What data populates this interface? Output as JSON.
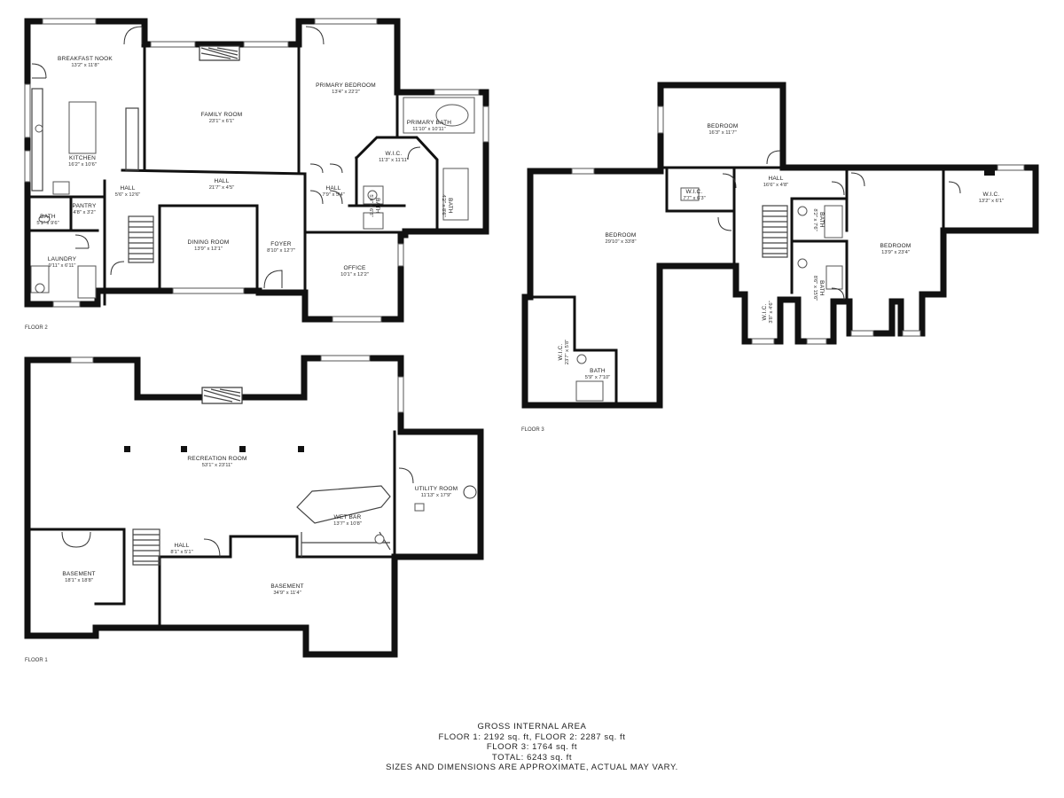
{
  "floors": {
    "floor1": "FLOOR 1",
    "floor2": "FLOOR 2",
    "floor3": "FLOOR 3"
  },
  "rooms": {
    "breakfast_nook": {
      "name": "BREAKFAST NOOK",
      "dim": "13'2\" x 11'8\""
    },
    "kitchen": {
      "name": "KITCHEN",
      "dim": "16'2\" x 10'6\""
    },
    "family_room": {
      "name": "FAMILY ROOM",
      "dim": "23'1\" x 6'1\""
    },
    "primary_bedroom": {
      "name": "PRIMARY BEDROOM",
      "dim": "13'4\" x 22'2\""
    },
    "primary_bath": {
      "name": "PRIMARY BATH",
      "dim": "11'10\" x 10'11\""
    },
    "wic_main": {
      "name": "W.I.C.",
      "dim": "11'3\" x 11'11\""
    },
    "hall_main": {
      "name": "HALL",
      "dim": "21'7\" x 4'5\""
    },
    "hall_small": {
      "name": "HALL",
      "dim": "5'6\" x 12'6\""
    },
    "hall_right": {
      "name": "HALL",
      "dim": "7'9\" x 5'4\""
    },
    "pantry": {
      "name": "PANTRY",
      "dim": "4'8\" x 3'2\""
    },
    "bath_f2": {
      "name": "BATH",
      "dim": "5'1\" x 9'6\""
    },
    "laundry": {
      "name": "LAUNDRY",
      "dim": "9'11\" x 6'11\""
    },
    "dining_room": {
      "name": "DINING ROOM",
      "dim": "13'9\" x 12'1\""
    },
    "foyer": {
      "name": "FOYER",
      "dim": "8'10\" x 12'7\""
    },
    "office": {
      "name": "OFFICE",
      "dim": "10'1\" x 12'2\""
    },
    "bath_f2_v": {
      "name": "BATH",
      "dim": "4'2\" x 8'6\""
    },
    "bath_f2_small": {
      "name": "BATH",
      "dim": "5'4\" x 6'8\""
    },
    "bedroom_f3_top": {
      "name": "BEDROOM",
      "dim": "16'3\" x 11'7\""
    },
    "wic_f3_left": {
      "name": "W.I.C.",
      "dim": "7'7\" x 6'3\""
    },
    "hall_f3": {
      "name": "HALL",
      "dim": "16'6\" x 4'8\""
    },
    "bedroom_f3_big": {
      "name": "BEDROOM",
      "dim": "29'10\" x 33'8\""
    },
    "wic_f3_lower": {
      "name": "W.I.C.",
      "dim": "23'7\" x 5'8\""
    },
    "bath_f3_small": {
      "name": "BATH",
      "dim": "5'9\" x 7'10\""
    },
    "bath_f3_a": {
      "name": "BATH",
      "dim": "8'2\" x 7'6\""
    },
    "bath_f3_b": {
      "name": "BATH",
      "dim": "8'6\" x 15'6\""
    },
    "wic_f3_hall": {
      "name": "W.I.C.",
      "dim": "3'8\" x 4'6\""
    },
    "bedroom_f3_right": {
      "name": "BEDROOM",
      "dim": "13'9\" x 23'4\""
    },
    "wic_f3_right": {
      "name": "W.I.C.",
      "dim": "13'2\" x 6'1\""
    },
    "recreation_room": {
      "name": "RECREATION ROOM",
      "dim": "53'1\" x 23'11\""
    },
    "utility_room": {
      "name": "UTILITY ROOM",
      "dim": "11'13\" x 17'9\""
    },
    "wet_bar": {
      "name": "WET BAR",
      "dim": "13'7\" x 10'8\""
    },
    "hall_f1": {
      "name": "HALL",
      "dim": "8'1\" x 5'1\""
    },
    "basement_left": {
      "name": "BASEMENT",
      "dim": "18'1\" x 18'8\""
    },
    "basement_right": {
      "name": "BASEMENT",
      "dim": "34'9\" x 11'4\""
    }
  },
  "summary": {
    "heading": "GROSS INTERNAL AREA",
    "line1": "FLOOR 1: 2192 sq. ft, FLOOR 2: 2287 sq. ft",
    "line2": "FLOOR 3: 1764 sq. ft",
    "line3": "TOTAL: 6243 sq. ft",
    "note": "SIZES AND DIMENSIONS ARE APPROXIMATE, ACTUAL MAY VARY."
  }
}
